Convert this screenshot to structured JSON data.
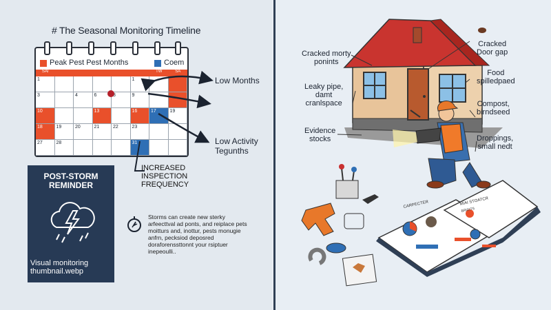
{
  "timeline": {
    "title": "# The Seasonal Monitoring Timeline",
    "legend_peak": "Peak Pest Pest Months",
    "legend_low": "Coem",
    "day_headers": [
      "SAI",
      "",
      "",
      "",
      "",
      "",
      "TW",
      "SA"
    ],
    "rows": [
      [
        {
          "t": "1"
        },
        {
          "t": ""
        },
        {
          "t": ""
        },
        {
          "t": ""
        },
        {
          "t": ""
        },
        {
          "t": "1"
        },
        {
          "t": ""
        },
        {
          "t": "",
          "c": "peak"
        }
      ],
      [
        {
          "t": "3"
        },
        {
          "t": ""
        },
        {
          "t": "4"
        },
        {
          "t": "6"
        },
        {
          "t": "8"
        },
        {
          "t": "9"
        },
        {
          "t": ""
        },
        {
          "t": "",
          "c": "peak"
        }
      ],
      [
        {
          "t": "10",
          "c": "peak"
        },
        {
          "t": ""
        },
        {
          "t": ""
        },
        {
          "t": "13",
          "c": "peak"
        },
        {
          "t": ""
        },
        {
          "t": "16",
          "c": "peak"
        },
        {
          "t": "17",
          "c": "low"
        },
        {
          "t": "19"
        }
      ],
      [
        {
          "t": "18",
          "c": "peak"
        },
        {
          "t": "19"
        },
        {
          "t": "20"
        },
        {
          "t": "21"
        },
        {
          "t": "22"
        },
        {
          "t": "23"
        },
        {
          "t": ""
        },
        {
          "t": ""
        }
      ],
      [
        {
          "t": "27"
        },
        {
          "t": "28"
        },
        {
          "t": ""
        },
        {
          "t": ""
        },
        {
          "t": ""
        },
        {
          "t": "31",
          "c": "low"
        },
        {
          "t": ""
        },
        {
          "t": ""
        }
      ]
    ],
    "arrow_low_months": "Low Months",
    "arrow_low_activity": "Low Activity\nTegunths",
    "increased": "INCREASED\nINSPECTION\nFREQUENCY"
  },
  "reminder": {
    "title": "POST-STORM\nREMINDER",
    "footer": "Visual monitoring\nthumbnail.webp",
    "storm_text": "Storms can create new sterky arfeecttval ad ponts, and reiplace pets moitturs and, inottur, pests monugie anfrn, pecksiod deposred doraforenssttonnt your rsiptuer inepeoulli.."
  },
  "house": {
    "labels": {
      "cracked_mortar": "Cracked morty\nponints",
      "leaky_pipe": "Leaky pipe,\ndamt\ncranlspace",
      "evidence": "Evidence\nstocks",
      "door_gap": "Cracked\nDoor gap",
      "food": "Food\nspilledpaed",
      "compost": "Compost,\nbirndseed",
      "droppings": "Droppings,\nsmall nedt"
    },
    "book_header_left": "CARPECTER",
    "book_header_right": "MIAI STOATCR",
    "book_sub": "BRIDITS"
  },
  "colors": {
    "peak": "#e9502b",
    "low": "#2f6fb5",
    "navy": "#273a55"
  }
}
